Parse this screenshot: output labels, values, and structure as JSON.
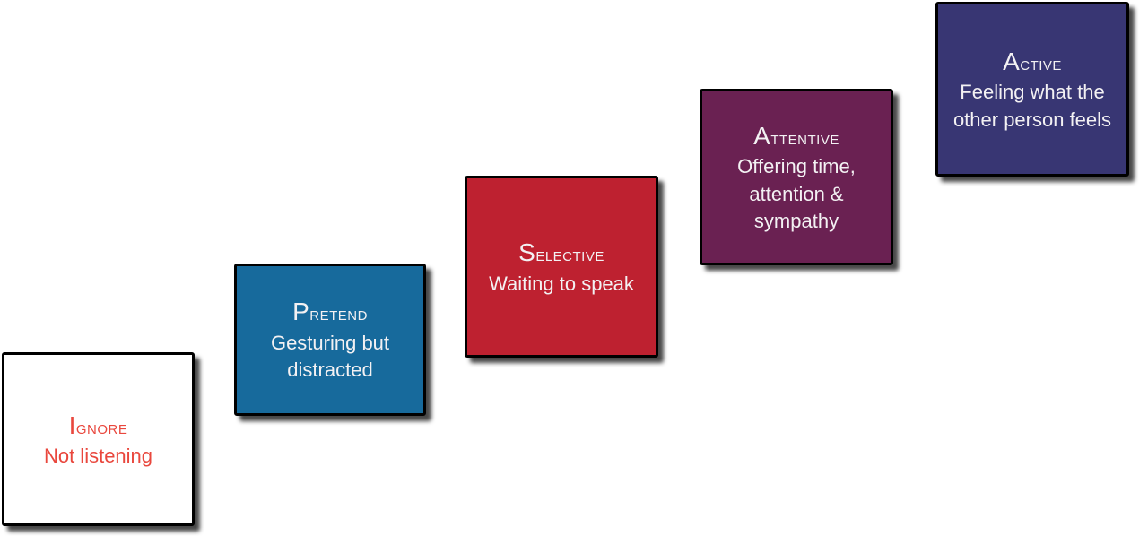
{
  "diagram": {
    "type": "staircase-steps",
    "description_of_structure": "Five square cards ascending like stairs from bottom-left to top-right, each with a black border and dark drop shadow",
    "steps": [
      {
        "id": "ignore",
        "title": "Ignore",
        "description": "Not listening",
        "bg_color": "#FFFFFF",
        "text_color": "#E9473D",
        "border_color": "#000000"
      },
      {
        "id": "pretend",
        "title": "Pretend",
        "description": "Gesturing but distracted",
        "bg_color": "#176A9C",
        "text_color": "#F3F1F3",
        "border_color": "#000000"
      },
      {
        "id": "selective",
        "title": "Selective",
        "description": "Waiting to speak",
        "bg_color": "#BE2130",
        "text_color": "#F3F1F3",
        "border_color": "#000000"
      },
      {
        "id": "attentive",
        "title": "Attentive",
        "description": "Offering time, attention & sympathy",
        "bg_color": "#6A2152",
        "text_color": "#F3F1F3",
        "border_color": "#000000"
      },
      {
        "id": "active",
        "title": "Active",
        "description": "Feeling what the other person feels",
        "bg_color": "#383673",
        "text_color": "#F3F1F3",
        "border_color": "#000000"
      }
    ]
  }
}
